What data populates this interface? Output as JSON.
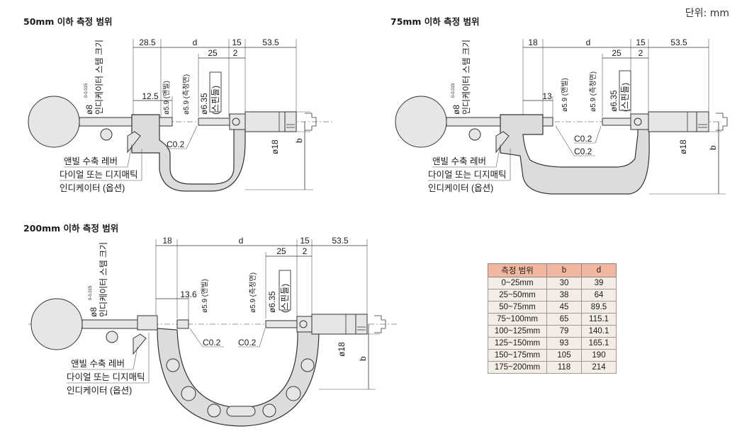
{
  "unit_label": "단위: mm",
  "diagrams": [
    {
      "title": "50mm 이하 측정 범위",
      "top_dims": [
        "28.5",
        "d",
        "15",
        "53.5"
      ],
      "sub_dims": [
        "25",
        "2"
      ],
      "small_dim": "12.5",
      "diam_anvil": "ø5.9 (앤빌)",
      "diam_face": "ø5.9 (측정면)",
      "diam_spindle": "ø6.35",
      "spindle_label": "(스핀들)",
      "stem": "ø8",
      "stem_tol": "0-0.015",
      "stem_label": "인디케이터 스템 크기",
      "chamfer": "C0.2",
      "thimble_diam": "ø18",
      "b_label": "b",
      "callouts": [
        "앤빌 수축 레버",
        "다이얼 또는 디지매틱",
        "인디케이터 (옵션)"
      ]
    },
    {
      "title": "75mm 이하 측정 범위",
      "top_dims": [
        "18",
        "d",
        "15",
        "53.5"
      ],
      "sub_dims": [
        "25",
        "2"
      ],
      "small_dim": "13",
      "diam_anvil": "ø5.9 (앤빌)",
      "diam_face": "ø5.9 (측정면)",
      "diam_spindle": "ø6.35",
      "spindle_label": "(스핀들)",
      "stem": "ø8",
      "stem_tol": "0-0.015",
      "stem_label": "인디케이터 스템 크기",
      "chamfer": "C0.2",
      "chamfer2": "C0.2",
      "thimble_diam": "ø18",
      "b_label": "b",
      "callouts": [
        "앤빌 수축 레버",
        "다이얼 또는 디지매틱",
        "인디케이터 (옵션)"
      ]
    },
    {
      "title": "200mm 이하 측정 범위",
      "top_dims": [
        "18",
        "d",
        "15",
        "53.5"
      ],
      "sub_dims": [
        "25",
        "2"
      ],
      "small_dim": "13.6",
      "diam_anvil": "ø5.9 (앤빌)",
      "diam_face": "ø5.9 (측정면)",
      "diam_spindle": "ø6.35",
      "spindle_label": "(스핀들)",
      "stem": "ø8",
      "stem_tol": "0-0.015",
      "stem_label": "인디케이터 스템 크기",
      "chamfer": "C0.2",
      "chamfer2": "C0.2",
      "thimble_diam": "ø18",
      "b_label": "b",
      "callouts": [
        "앤빌 수축 레버",
        "다이얼 또는 디지매틱",
        "인디케이터 (옵션)"
      ]
    }
  ],
  "table": {
    "headers": [
      "측정 범위",
      "b",
      "d"
    ],
    "rows": [
      [
        "0~25mm",
        "30",
        "39"
      ],
      [
        "25~50mm",
        "38",
        "64"
      ],
      [
        "50~75mm",
        "45",
        "89.5"
      ],
      [
        "75~100mm",
        "65",
        "115.1"
      ],
      [
        "100~125mm",
        "79",
        "140.1"
      ],
      [
        "125~150mm",
        "93",
        "165.1"
      ],
      [
        "150~175mm",
        "105",
        "190"
      ],
      [
        "175~200mm",
        "118",
        "214"
      ]
    ]
  }
}
